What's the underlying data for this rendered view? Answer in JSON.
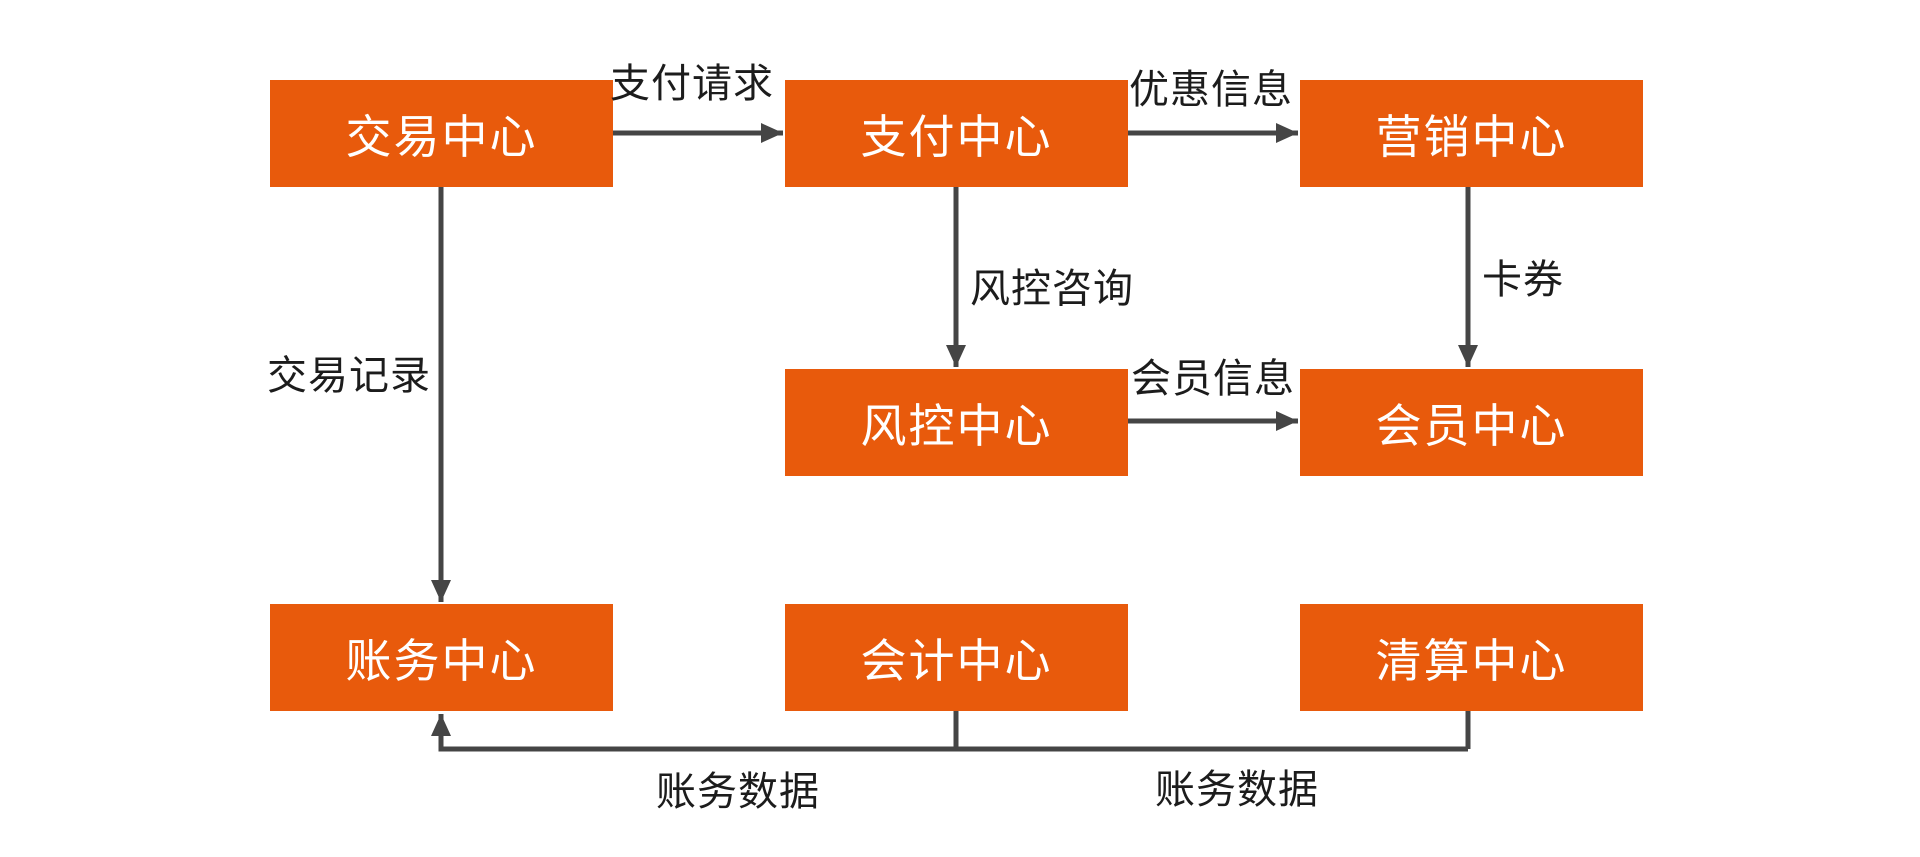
{
  "diagram": {
    "type": "flowchart",
    "nodes": [
      {
        "id": "trade",
        "label": "交易中心"
      },
      {
        "id": "payment",
        "label": "支付中心"
      },
      {
        "id": "marketing",
        "label": "营销中心"
      },
      {
        "id": "risk",
        "label": "风控中心"
      },
      {
        "id": "member",
        "label": "会员中心"
      },
      {
        "id": "account",
        "label": "账务中心"
      },
      {
        "id": "accounting",
        "label": "会计中心"
      },
      {
        "id": "clearing",
        "label": "清算中心"
      }
    ],
    "edges": [
      {
        "from": "交易中心",
        "to": "支付中心",
        "label": "支付请求",
        "direction": "right"
      },
      {
        "from": "支付中心",
        "to": "营销中心",
        "label": "优惠信息",
        "direction": "right"
      },
      {
        "from": "支付中心",
        "to": "风控中心",
        "label": "风控咨询",
        "direction": "down"
      },
      {
        "from": "营销中心",
        "to": "会员中心",
        "label": "卡券",
        "direction": "down"
      },
      {
        "from": "风控中心",
        "to": "会员中心",
        "label": "会员信息",
        "direction": "right"
      },
      {
        "from": "交易中心",
        "to": "账务中心",
        "label": "交易记录",
        "direction": "down"
      },
      {
        "from": "会计中心",
        "to": "账务中心",
        "label": "账务数据",
        "direction": "elbow-up"
      },
      {
        "from": "清算中心",
        "to": "账务中心",
        "label": "账务数据",
        "direction": "elbow-up"
      }
    ]
  },
  "colors": {
    "node_fill": "#E85A0C",
    "node_text": "#FFFFFF",
    "edge": "#454545",
    "edge_label_text": "#1C1C1C",
    "background": "#FFFFFF"
  }
}
